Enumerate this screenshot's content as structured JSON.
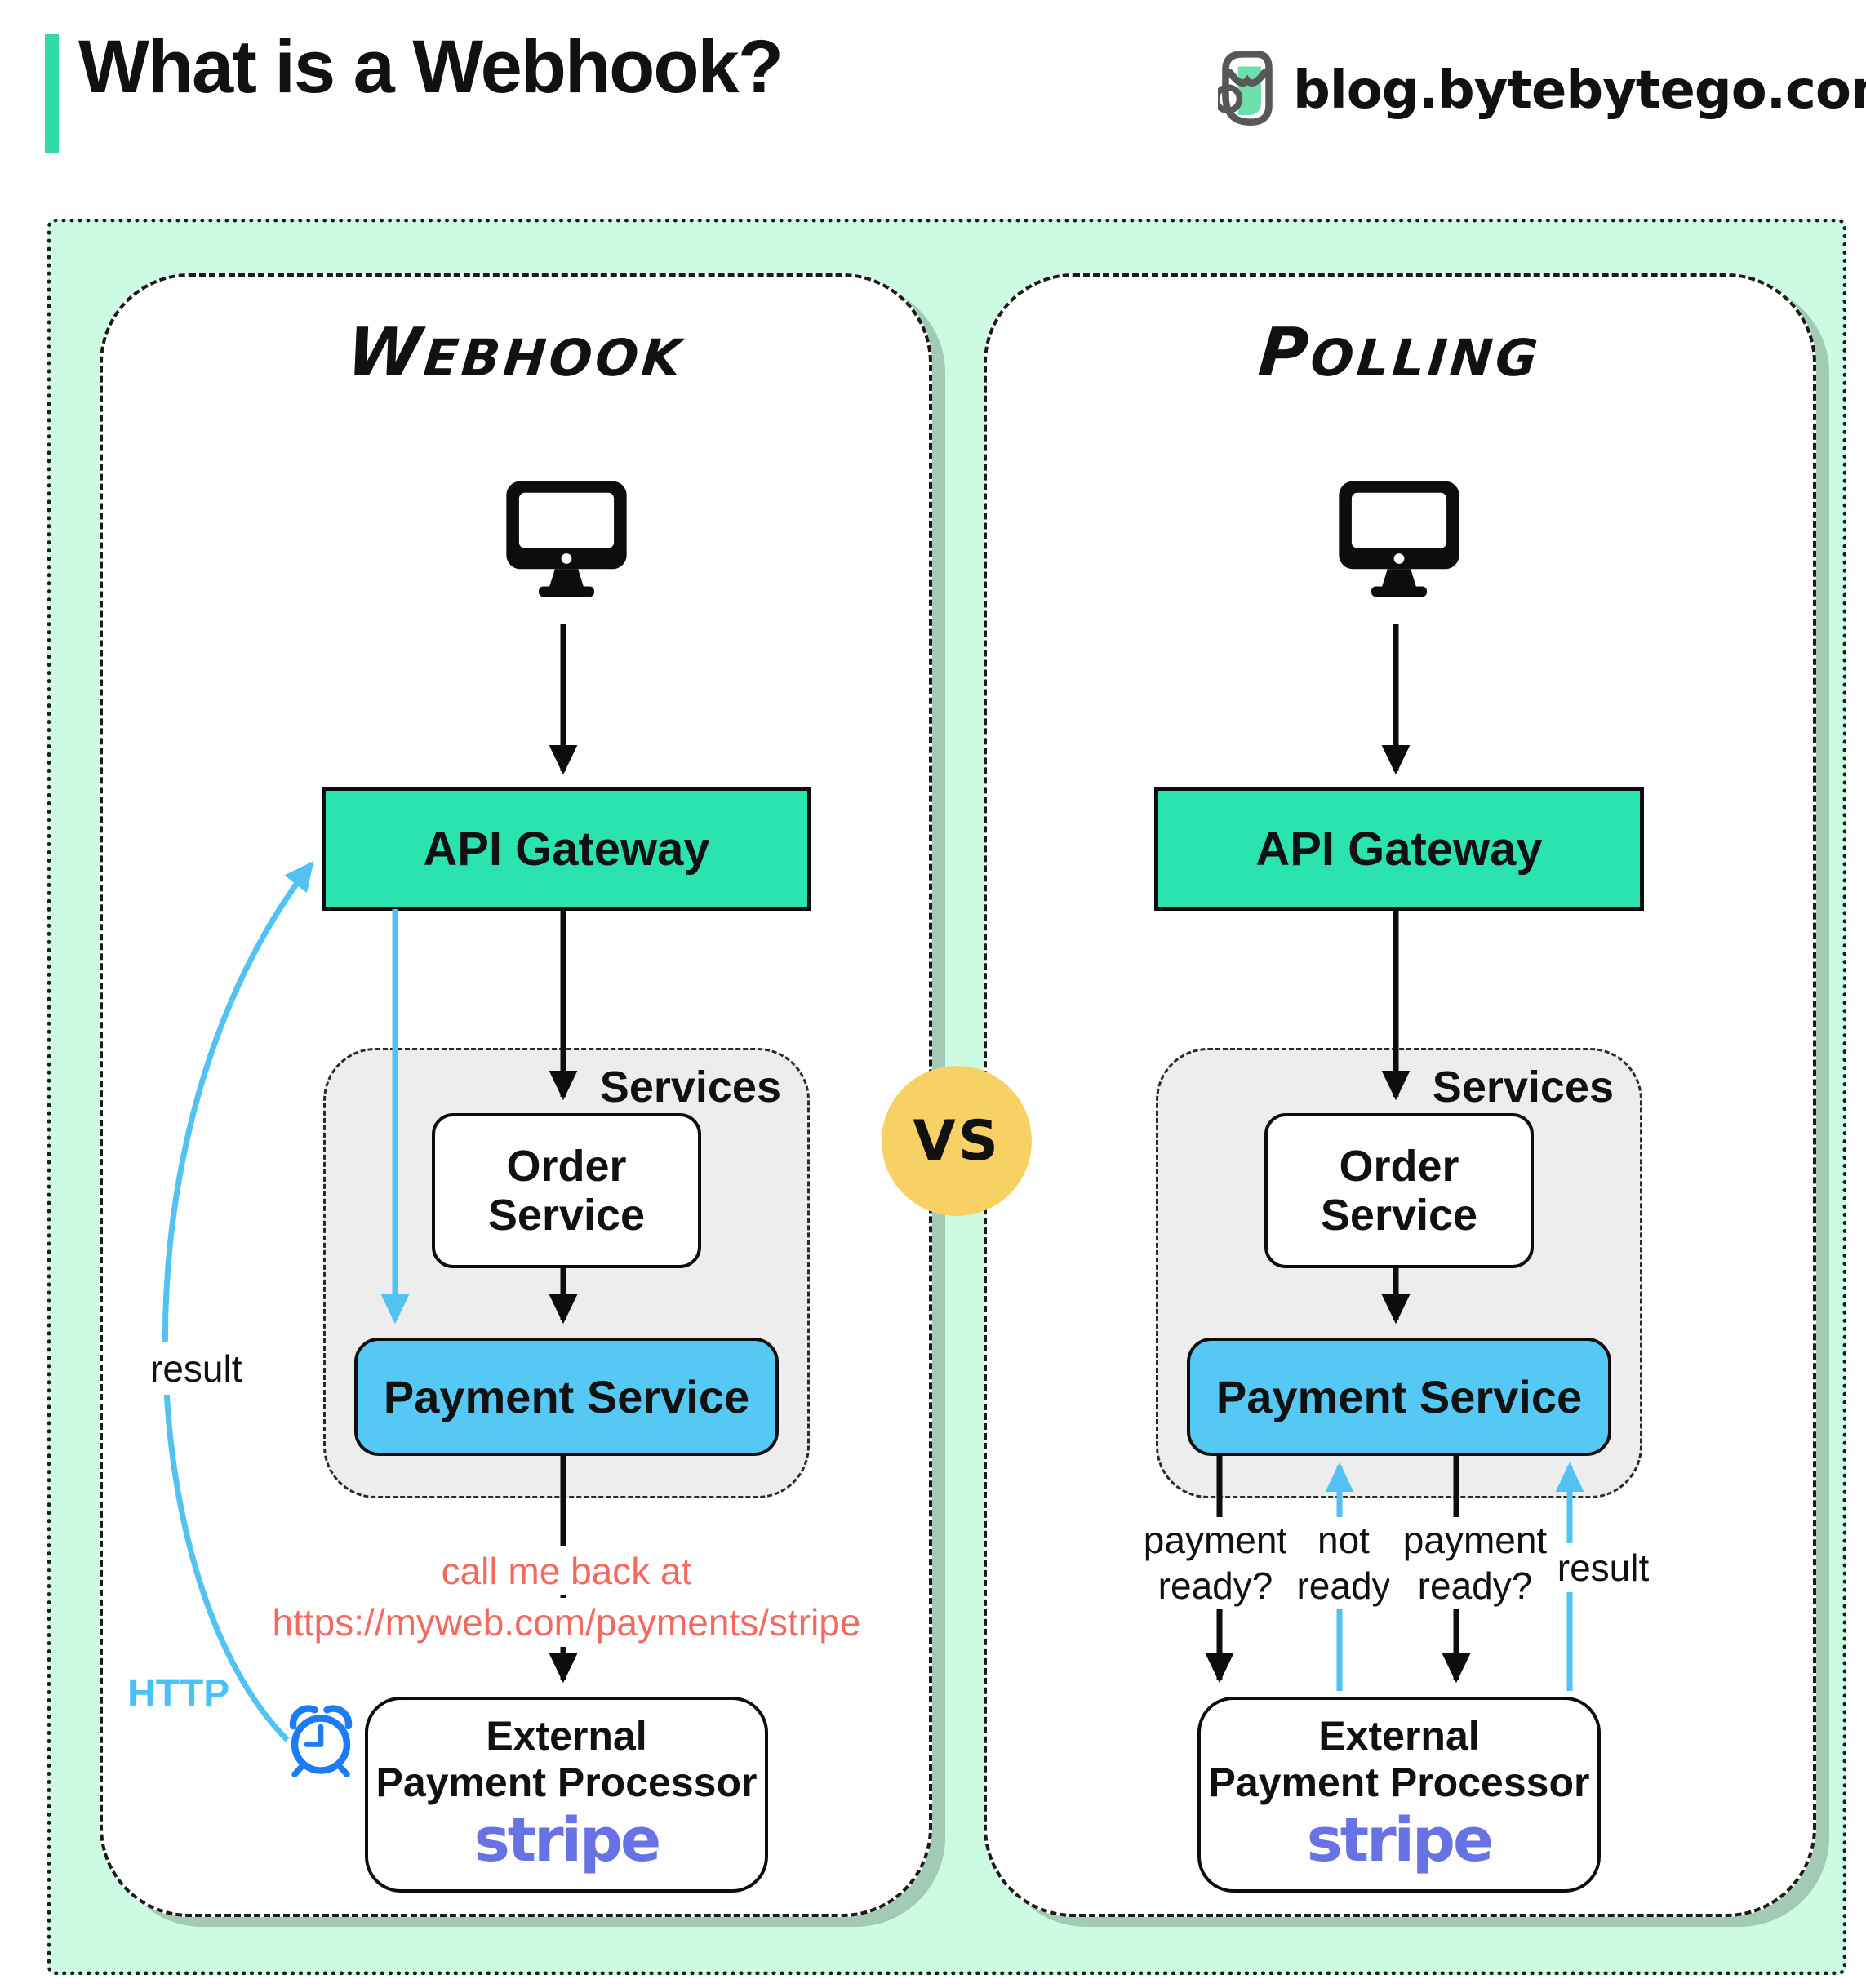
{
  "header": {
    "title": "What is a Webhook?",
    "site": "blog.bytebytego.com",
    "accent_color": "#31d9a6"
  },
  "vs_badge": {
    "label": "VS",
    "color": "#f8d164"
  },
  "panels": [
    {
      "title": "Webhook",
      "nodes": {
        "api_gateway": "API Gateway",
        "services_label": "Services",
        "order_service": "Order Service",
        "payment_service": "Payment Service",
        "external_line1": "External",
        "external_line2": "Payment Processor",
        "external_brand": "stripe"
      },
      "annotations": {
        "result": "result",
        "http": "HTTP",
        "callback_line1": "call me back at",
        "callback_line2": "https://myweb.com/payments/stripe"
      }
    },
    {
      "title": "Polling",
      "nodes": {
        "api_gateway": "API Gateway",
        "services_label": "Services",
        "order_service": "Order Service",
        "payment_service": "Payment Service",
        "external_line1": "External",
        "external_line2": "Payment Processor",
        "external_brand": "stripe"
      },
      "annotations": {
        "ask1": "payment ready?",
        "reply1": "not ready",
        "ask2": "payment ready?",
        "result": "result"
      }
    }
  ],
  "icons": {
    "logo": "bytebytego-logo",
    "client": "monitor-icon",
    "timer": "alarm-clock-icon"
  },
  "colors": {
    "mint_background": "#ccfae3",
    "api_gateway_teal": "#2ae3ae",
    "payment_blue": "#55c8f4",
    "arrow_blue": "#51c2f2",
    "services_gray": "#ededed",
    "vs_yellow": "#f8d164",
    "callback_red": "#f4695f",
    "stripe_purple": "#6772e5",
    "clock_blue": "#1d7cf4",
    "http_blue": "#49c3f7"
  }
}
